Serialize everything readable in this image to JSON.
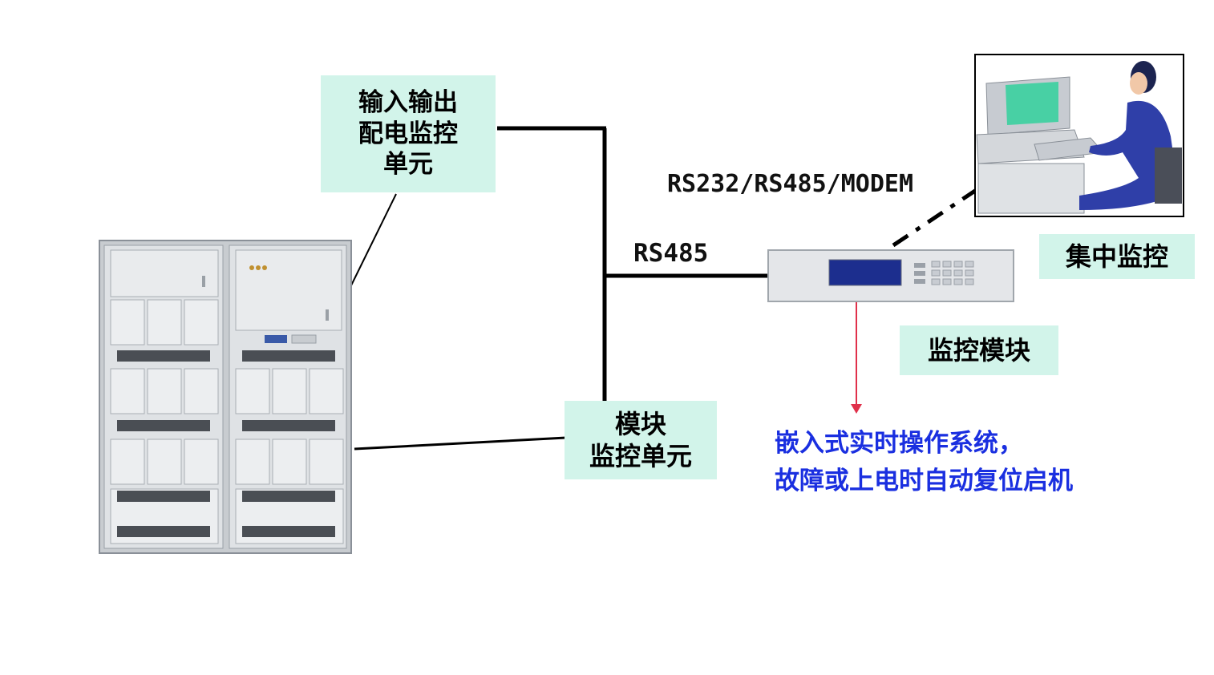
{
  "boxes": {
    "io_unit": [
      "输入输出",
      "配电监控",
      "单元"
    ],
    "module_unit": [
      "模块",
      "监控单元"
    ],
    "central": "集中监控",
    "monitor_module": "监控模块"
  },
  "links": {
    "rs232": "RS232/RS485/MODEM",
    "rs485": "RS485"
  },
  "note": [
    "嵌入式实时操作系统，",
    "故障或上电时自动复位启机"
  ],
  "colors": {
    "box_fill": "#d2f4ea",
    "note_text": "#1a2fe0",
    "arrow": "#e0304a"
  }
}
